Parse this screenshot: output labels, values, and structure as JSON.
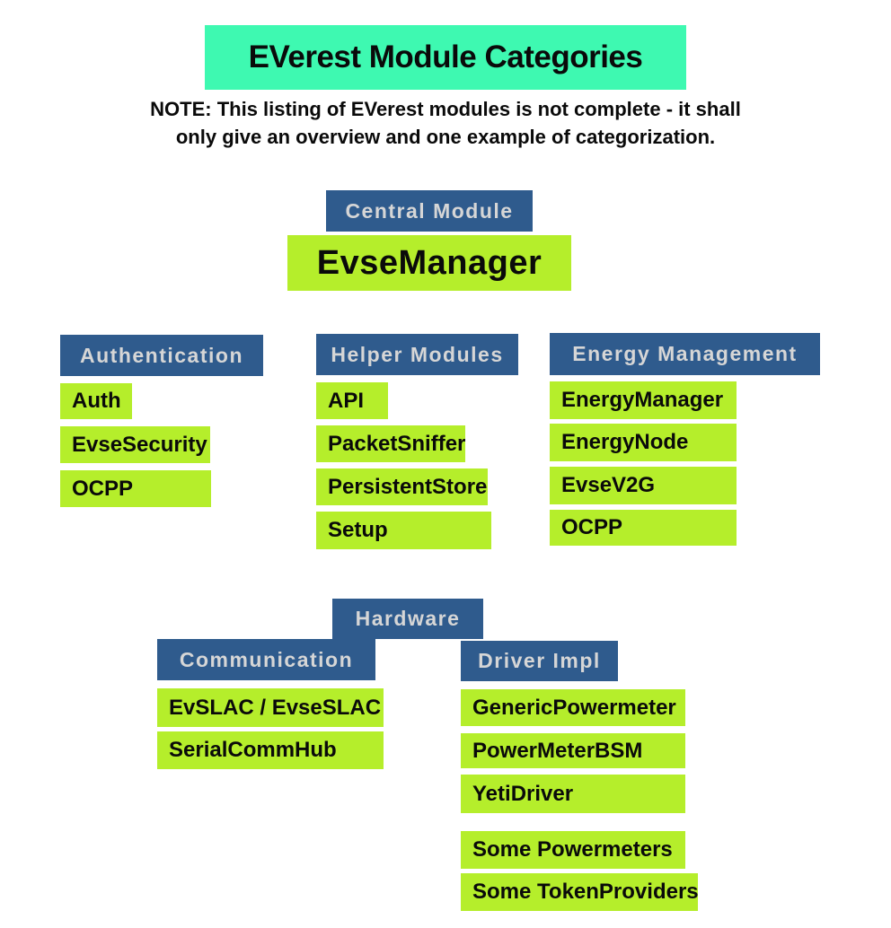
{
  "title": "EVerest Module Categories",
  "note": {
    "line1": "NOTE: This listing of EVerest modules is not complete - it shall",
    "line2": "only give an overview and one example of categorization."
  },
  "central": {
    "header": "Central Module",
    "module": "EvseManager"
  },
  "groups": {
    "authentication": {
      "header": "Authentication",
      "items": [
        "Auth",
        "EvseSecurity",
        "OCPP"
      ]
    },
    "helper_modules": {
      "header": "Helper Modules",
      "items": [
        "API",
        "PacketSniffer",
        "PersistentStore",
        "Setup"
      ]
    },
    "energy_management": {
      "header": "Energy Management",
      "items": [
        "EnergyManager",
        "EnergyNode",
        "EvseV2G",
        "OCPP"
      ]
    },
    "hardware": {
      "header": "Hardware"
    },
    "communication": {
      "header": "Communication",
      "items": [
        "EvSLAC / EvseSLAC",
        "SerialCommHub"
      ]
    },
    "driver_impl": {
      "header": "Driver Impl",
      "items": [
        "GenericPowermeter",
        "PowerMeterBSM",
        "YetiDriver"
      ],
      "other_items": [
        "Some Powermeters",
        "Some TokenProviders"
      ]
    }
  },
  "colors": {
    "title_bg": "#3ef9b1",
    "category_bg": "#2f5b8d",
    "category_text": "#d6d6d6",
    "module_bg": "#b5ee2b",
    "text": "#0a0a0a"
  }
}
